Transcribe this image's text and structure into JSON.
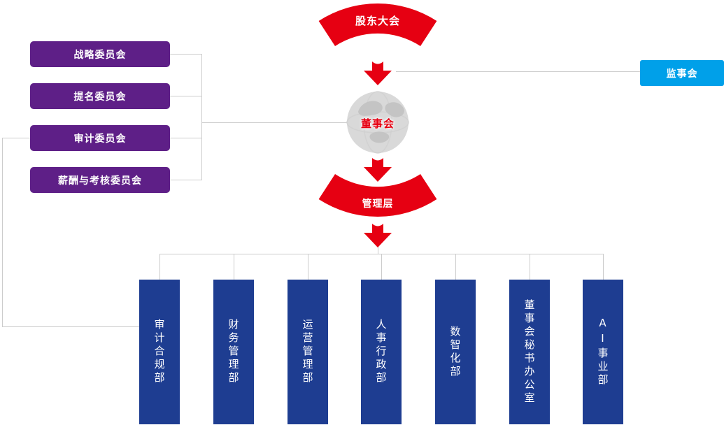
{
  "colors": {
    "accent_red": "#e60012",
    "committee_purple": "#5e1f87",
    "department_navy": "#1e3d91",
    "supervisory_cyan": "#00a0e9",
    "connector_line": "#cccccc",
    "globe_gray": "#d9d9d9"
  },
  "nodes": {
    "shareholders": {
      "label": "股东大会"
    },
    "board": {
      "label": "董事会"
    },
    "supervisory": {
      "label": "监事会"
    },
    "management": {
      "label": "管理层"
    }
  },
  "committees": [
    {
      "label": "战略委员会"
    },
    {
      "label": "提名委员会"
    },
    {
      "label": "审计委员会"
    },
    {
      "label": "薪酬与考核委员会"
    }
  ],
  "departments": [
    {
      "label": "审计合规部"
    },
    {
      "label": "财务管理部"
    },
    {
      "label": "运营管理部"
    },
    {
      "label": "人事行政部"
    },
    {
      "label": "数智化部"
    },
    {
      "label": "董事会秘书办公室"
    },
    {
      "label": "AI事业部"
    }
  ],
  "icons": {
    "globe": "globe-icon",
    "down_arrow": "down-arrow-icon"
  }
}
